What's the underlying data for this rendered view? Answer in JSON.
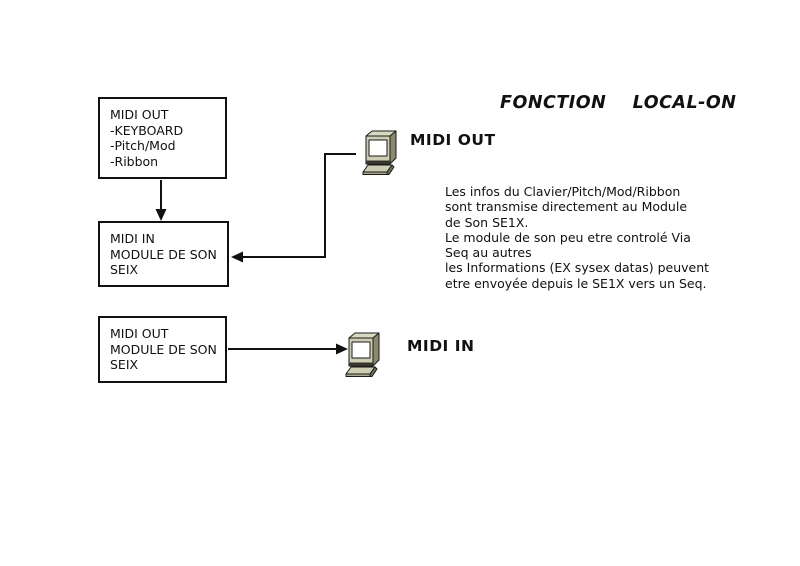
{
  "title": "FONCTION    LOCAL-ON",
  "diagram": {
    "boxes": [
      {
        "name": "keyboard-midi-out",
        "lines": [
          "MIDI OUT",
          "-KEYBOARD",
          "-Pitch/Mod",
          "-Ribbon"
        ]
      },
      {
        "name": "sound-module-midi-in",
        "lines": [
          "MIDI IN",
          "MODULE DE SON",
          "SEIX"
        ]
      },
      {
        "name": "sound-module-midi-out",
        "lines": [
          "MIDI OUT",
          "MODULE DE SON",
          "SEIX"
        ]
      }
    ],
    "computers": [
      {
        "name": "sequencer-top",
        "icon": "computer-icon",
        "label": "MIDI OUT"
      },
      {
        "name": "sequencer-bottom",
        "icon": "computer-icon",
        "label": "MIDI IN"
      }
    ]
  },
  "description": {
    "lines": [
      "Les infos du Clavier/Pitch/Mod/Ribbon",
      "sont transmise directement au Module",
      "de Son SE1X.",
      "Le module de son peu etre controlé Via",
      "Seq au autres",
      "les Informations (EX sysex datas) peuvent",
      "etre envoyée depuis le SE1X vers un Seq."
    ]
  },
  "colors": {
    "ink": "#111111",
    "computer_body": "#cdcdb3",
    "computer_shadow": "#8a8a6e",
    "computer_screen": "#ffffff",
    "background": "#ffffff"
  }
}
